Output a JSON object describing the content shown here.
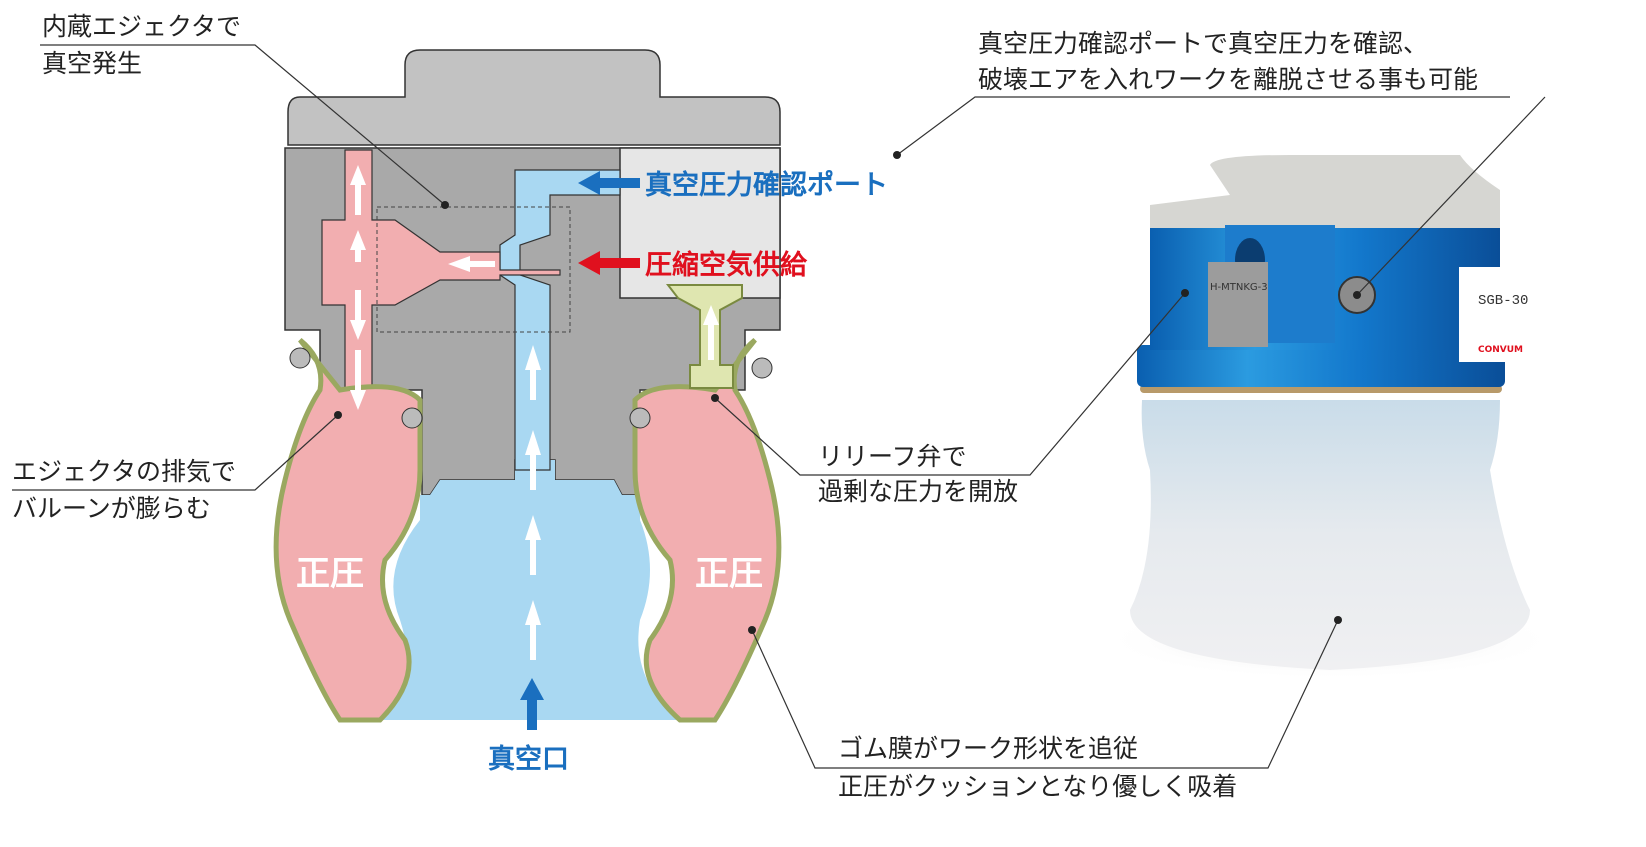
{
  "annotations": {
    "ejector_line1": "内蔵エジェクタで",
    "ejector_line2": "真空発生",
    "port_line1": "真空圧力確認ポートで真空圧力を確認、",
    "port_line2": "破壊エアを入れワークを離脱させる事も可能",
    "exhaust_line1": "エジェクタの排気で",
    "exhaust_line2": "バルーンが膨らむ",
    "relief_line1": "リリーフ弁で",
    "relief_line2": "過剰な圧力を開放",
    "rubber_line1": "ゴム膜がワーク形状を追従",
    "rubber_line2": "正圧がクッションとなり優しく吸着"
  },
  "diagram": {
    "vacuum_port_label": "真空圧力確認ポート",
    "compressed_air_label": "圧縮空気供給",
    "positive_pressure_left": "正圧",
    "positive_pressure_right": "正圧",
    "vacuum_inlet_label": "真空口"
  },
  "photo": {
    "model_label": "SGB-30",
    "brand": "CONVUM",
    "fitting_text": "H-MTNKG-3"
  },
  "colors": {
    "vacuum_blue": "#1a6fbf",
    "air_red": "#e0101e",
    "pressure_pink": "#f2aeb0",
    "vacuum_light_blue": "#a9d8f2",
    "membrane_green": "#dfe6b0",
    "body_gray": "#a9a9a9"
  }
}
